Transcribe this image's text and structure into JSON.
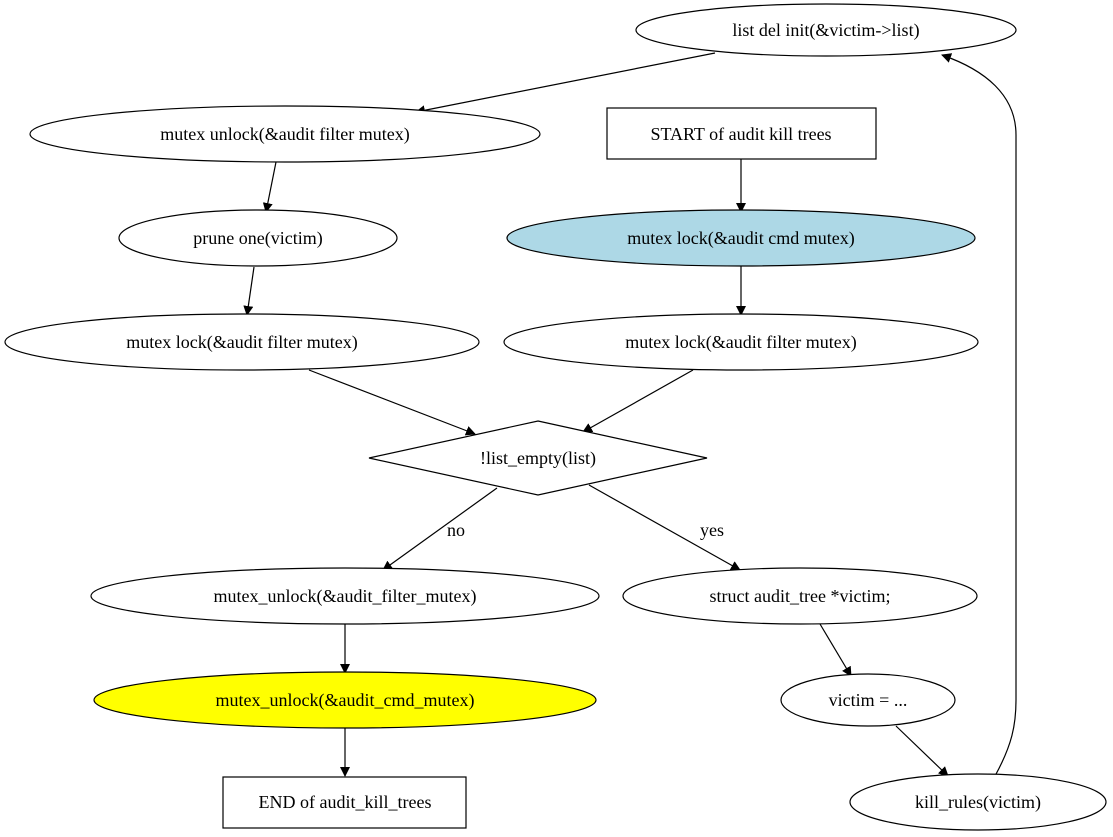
{
  "nodes": {
    "list_del": {
      "label": "list  del  init(&victim->list)",
      "fill": "#ffffff"
    },
    "unlock_filter_top": {
      "label": "mutex  unlock(&audit  filter  mutex)",
      "fill": "#ffffff"
    },
    "start": {
      "label": "START of audit  kill  trees",
      "fill": "#ffffff"
    },
    "prune": {
      "label": "prune  one(victim)",
      "fill": "#ffffff"
    },
    "lock_cmd": {
      "label": "mutex  lock(&audit  cmd  mutex)",
      "fill": "#add8e6"
    },
    "lock_filter_left": {
      "label": "mutex  lock(&audit  filter  mutex)",
      "fill": "#ffffff"
    },
    "lock_filter_right": {
      "label": "mutex  lock(&audit  filter  mutex)",
      "fill": "#ffffff"
    },
    "cond": {
      "label": "!list_empty(list)",
      "fill": "#ffffff"
    },
    "unlock_filter_bottom": {
      "label": "mutex_unlock(&audit_filter_mutex)",
      "fill": "#ffffff"
    },
    "struct_victim": {
      "label": "struct audit_tree *victim;",
      "fill": "#ffffff"
    },
    "unlock_cmd": {
      "label": "mutex_unlock(&audit_cmd_mutex)",
      "fill": "#ffff00"
    },
    "victim_assign": {
      "label": "victim = ...",
      "fill": "#ffffff"
    },
    "end": {
      "label": "END of audit_kill_trees",
      "fill": "#ffffff"
    },
    "kill_rules": {
      "label": "kill_rules(victim)",
      "fill": "#ffffff"
    }
  },
  "edges": {
    "no_label": "no",
    "yes_label": "yes"
  }
}
